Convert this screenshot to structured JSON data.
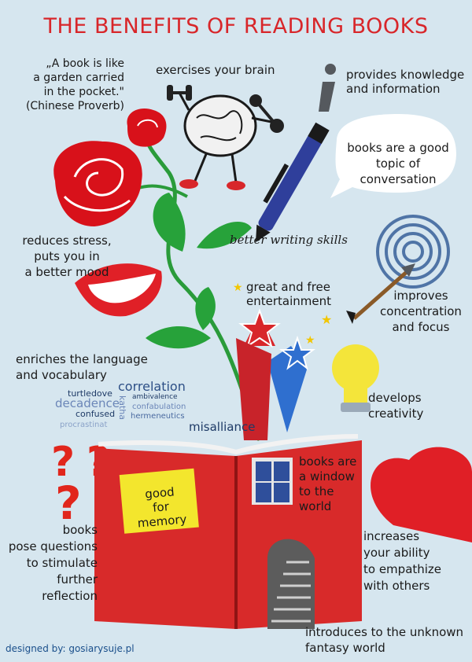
{
  "title": "THE BENEFITS OF READING BOOKS",
  "quote": {
    "l1": "„A book is like",
    "l2": "a garden carried",
    "l3": "in the pocket.\"",
    "l4": "(Chinese Proverb)"
  },
  "benefits": {
    "brain": "exercises your brain",
    "knowledge_1": "provides knowledge",
    "knowledge_2": "and information",
    "conversation_1": "books are a good",
    "conversation_2": "topic of",
    "conversation_3": "conversation",
    "writing": "better writing skills",
    "stress_1": "reduces stress,",
    "stress_2": "puts you in",
    "stress_3": "a better mood",
    "entertainment_1": "great and free",
    "entertainment_2": "entertainment",
    "concentration_1": "improves",
    "concentration_2": "concentration",
    "concentration_3": "and focus",
    "language_1": "enriches the language",
    "language_2": "and vocabulary",
    "creativity_1": "develops",
    "creativity_2": "creativity",
    "window_1": "books are",
    "window_2": "a window",
    "window_3": "to the",
    "window_4": "world",
    "memory_1": "good",
    "memory_2": "for",
    "memory_3": "memory",
    "questions_1": "books",
    "questions_2": "pose questions",
    "questions_3": "to stimulate",
    "questions_4": "further",
    "questions_5": "reflection",
    "empathy_1": "increases",
    "empathy_2": "your ability",
    "empathy_3": "to empathize",
    "empathy_4": "with others",
    "fantasy_1": "introduces to the unknown",
    "fantasy_2": "fantasy world"
  },
  "word_cloud": [
    "correlation",
    "turtledove",
    "ambivalence",
    "decadence",
    "confabulation",
    "confused",
    "hermeneutics",
    "procrastinat",
    "misalliance",
    "katha"
  ],
  "credit": "designed by: gosiarysuje.pl",
  "colors": {
    "background": "#d6e6ef",
    "title": "#d8262a",
    "book": "#d82a2a",
    "sticky": "#f3e62d",
    "cloud_text": "#2d4f86"
  }
}
